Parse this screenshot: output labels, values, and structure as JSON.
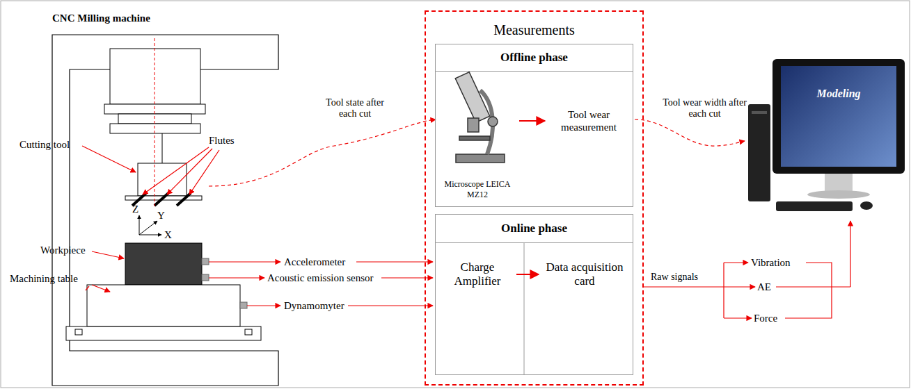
{
  "diagram": {
    "nodes": [
      {
        "text": [
          "Measurements"
        ]
      },
      {
        "text": [
          "Offline phase"
        ],
        "in": 0
      },
      {
        "text": [
          "Microscope LEICA MZ12"
        ],
        "in": 1
      },
      {
        "text": [
          "Tool wear measurement"
        ],
        "in": 1
      },
      {
        "text": [
          "Online phase"
        ],
        "in": 0
      },
      {
        "text": [
          "Charge Amplifier"
        ],
        "in": 4
      },
      {
        "text": [
          "Data acquisition card"
        ],
        "in": 4
      },
      {
        "text": [
          "Modeling"
        ]
      }
    ],
    "edges": [
      {
        "from": 2,
        "to": 3,
        "arrow": "to"
      },
      {
        "from": 5,
        "to": 6,
        "arrow": "to"
      }
    ],
    "labels": [
      "CNC Milling machine",
      "Cutting tool",
      "Flutes",
      "Workpiece",
      "Machining table",
      "Z",
      "Y",
      "X",
      "Tool state after each cut",
      "Tool wear width after each cut",
      "Accelerometer",
      "Acoustic emission sensor",
      "Dynamomyter",
      "Raw signals",
      "Vibration",
      "AE",
      "Force"
    ]
  }
}
